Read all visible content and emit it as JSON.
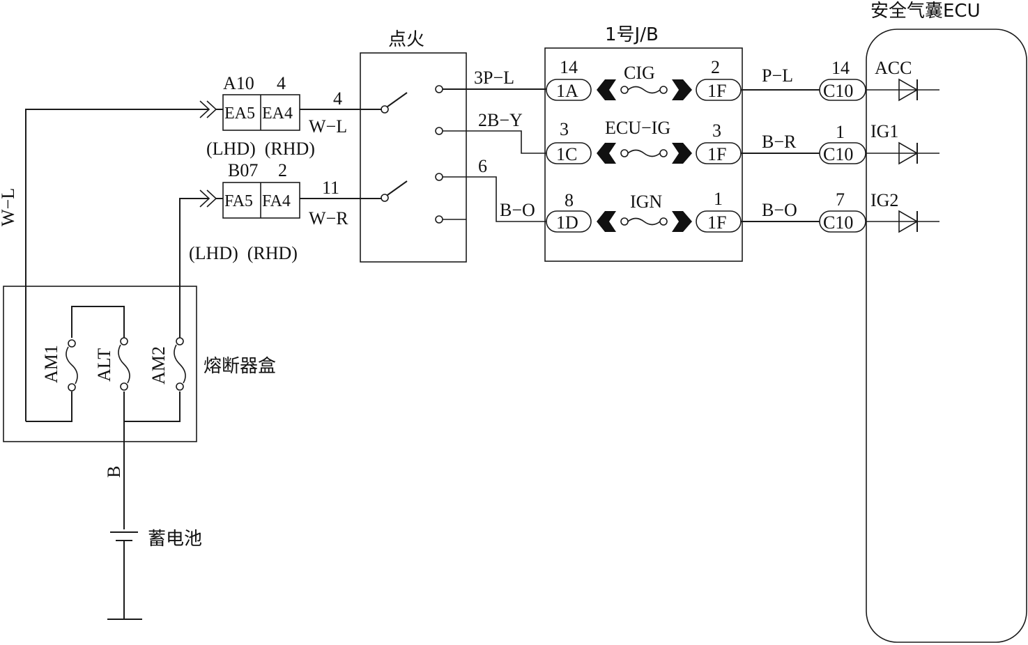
{
  "ignition_switch": {
    "title": "点火"
  },
  "junction_block": {
    "title": "1号J/B",
    "fuses": [
      {
        "name": "CIG",
        "in_pin": "14",
        "in_conn": "1A",
        "out_pin": "2",
        "out_conn": "1F"
      },
      {
        "name": "ECU−IG",
        "in_pin": "3",
        "in_conn": "1C",
        "out_pin": "3",
        "out_conn": "1F"
      },
      {
        "name": "IGN",
        "in_pin": "8",
        "in_conn": "1D",
        "out_pin": "1",
        "out_conn": "1F"
      }
    ]
  },
  "ecu": {
    "title": "安全气囊ECU",
    "inputs": [
      {
        "pin": "14",
        "conn": "C10",
        "label": "ACC"
      },
      {
        "pin": "1",
        "conn": "C10",
        "label": "IG1"
      },
      {
        "pin": "7",
        "conn": "C10",
        "label": "IG2"
      }
    ]
  },
  "wires": {
    "sw_out_1": "3P−L",
    "sw_out_2": "2B−Y",
    "sw_out_3_pin": "6",
    "sw_out_3": "B−O",
    "jb_out_1": "P−L",
    "jb_out_2": "B−R",
    "jb_out_3": "B−O",
    "left_wl": "W−L",
    "battery": "B"
  },
  "connectors": {
    "top": {
      "lhd": "A10",
      "rhd": "4",
      "cell1": "EA5",
      "cell2": "EA4",
      "pin": "4",
      "wire": "W−L",
      "note": "(LHD)  (RHD)"
    },
    "bottom": {
      "lhd": "B07",
      "rhd": "2",
      "cell1": "FA5",
      "cell2": "FA4",
      "pin": "11",
      "wire": "W−R",
      "note": "(LHD)  (RHD)"
    }
  },
  "fuse_box": {
    "title": "熔断器盒",
    "fuses": [
      "AM1",
      "ALT",
      "AM2"
    ]
  },
  "battery": {
    "label": "蓄电池"
  }
}
